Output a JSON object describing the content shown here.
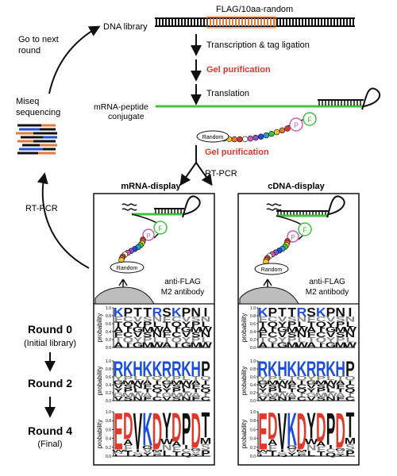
{
  "colors": {
    "black": "#111111",
    "orange": "#e07b39",
    "green": "#3ec43e",
    "red": "#e2382a",
    "blue": "#1f4fd6",
    "pink": "#c95fb5",
    "gray": "#bdbdbd"
  },
  "flow": {
    "library_label": "DNA library",
    "tag_label": "FLAG/10aa-random",
    "step1": "Transcription & tag ligation",
    "gel1": "Gel purification",
    "step2": "Translation",
    "conjugate_label_1": "mRNA-peptide",
    "conjugate_label_2": "conjugate",
    "random_label": "Random",
    "p_label": "P",
    "f_label": "F",
    "gel2": "Gel purification",
    "rtpcr_center": "RT-PCR"
  },
  "cycle": {
    "next_round_1": "Go to next",
    "next_round_2": "round",
    "miseq_1": "Miseq",
    "miseq_2": "sequencing",
    "rtpcr_left": "RT-PCR"
  },
  "panels": {
    "mrna_title": "mRNA-display",
    "cdna_title": "cDNA-display",
    "antibody_1": "anti-FLAG",
    "antibody_2": "M2 antibody",
    "random_label": "Random"
  },
  "rounds": [
    {
      "title": "Round 0",
      "subtitle": "(Initial library)"
    },
    {
      "title": "Round 2",
      "subtitle": ""
    },
    {
      "title": "Round 4",
      "subtitle": "(Final)"
    }
  ],
  "logo": {
    "ylabel": "probability",
    "ticks": [
      "1.0",
      "0.8",
      "0.6",
      "0.4",
      "0.2",
      "0.0"
    ],
    "round0_top": [
      "K",
      "P",
      "T",
      "T",
      "R",
      "S",
      "K",
      "P",
      "N",
      "I"
    ],
    "round2_top": [
      "R",
      "K",
      "H",
      "K",
      "K",
      "R",
      "R",
      "K",
      "H",
      "P"
    ],
    "round4_top": [
      "E",
      "D",
      "V",
      "K",
      "D",
      "Y",
      "D",
      "P",
      "D",
      "T"
    ]
  }
}
